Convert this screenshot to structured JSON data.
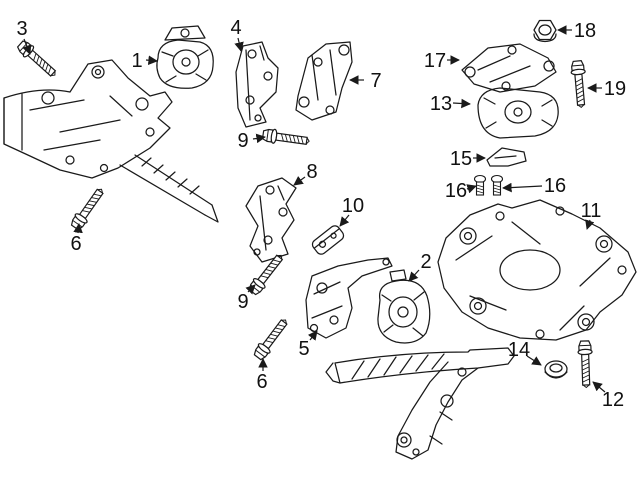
{
  "diagram": {
    "background": "#ffffff",
    "line_color": "#1a1a1a",
    "callouts": [
      {
        "label": "3",
        "part": "bolt"
      },
      {
        "label": "1",
        "part": "engine-mount"
      },
      {
        "label": "4",
        "part": "bracket"
      },
      {
        "label": "7",
        "part": "bracket"
      },
      {
        "label": "18",
        "part": "nut"
      },
      {
        "label": "17",
        "part": "bracket"
      },
      {
        "label": "19",
        "part": "bolt"
      },
      {
        "label": "13",
        "part": "engine-mount"
      },
      {
        "label": "9",
        "part": "bolt"
      },
      {
        "label": "15",
        "part": "plate"
      },
      {
        "label": "16",
        "part": "bolt"
      },
      {
        "label": "16",
        "part": "bolt"
      },
      {
        "label": "8",
        "part": "bracket"
      },
      {
        "label": "10",
        "part": "stop-bracket"
      },
      {
        "label": "11",
        "part": "subframe"
      },
      {
        "label": "6",
        "part": "bolt"
      },
      {
        "label": "9",
        "part": "bolt"
      },
      {
        "label": "2",
        "part": "engine-mount"
      },
      {
        "label": "5",
        "part": "bracket"
      },
      {
        "label": "6",
        "part": "bolt"
      },
      {
        "label": "14",
        "part": "grommet-nut"
      },
      {
        "label": "12",
        "part": "bolt"
      }
    ]
  }
}
